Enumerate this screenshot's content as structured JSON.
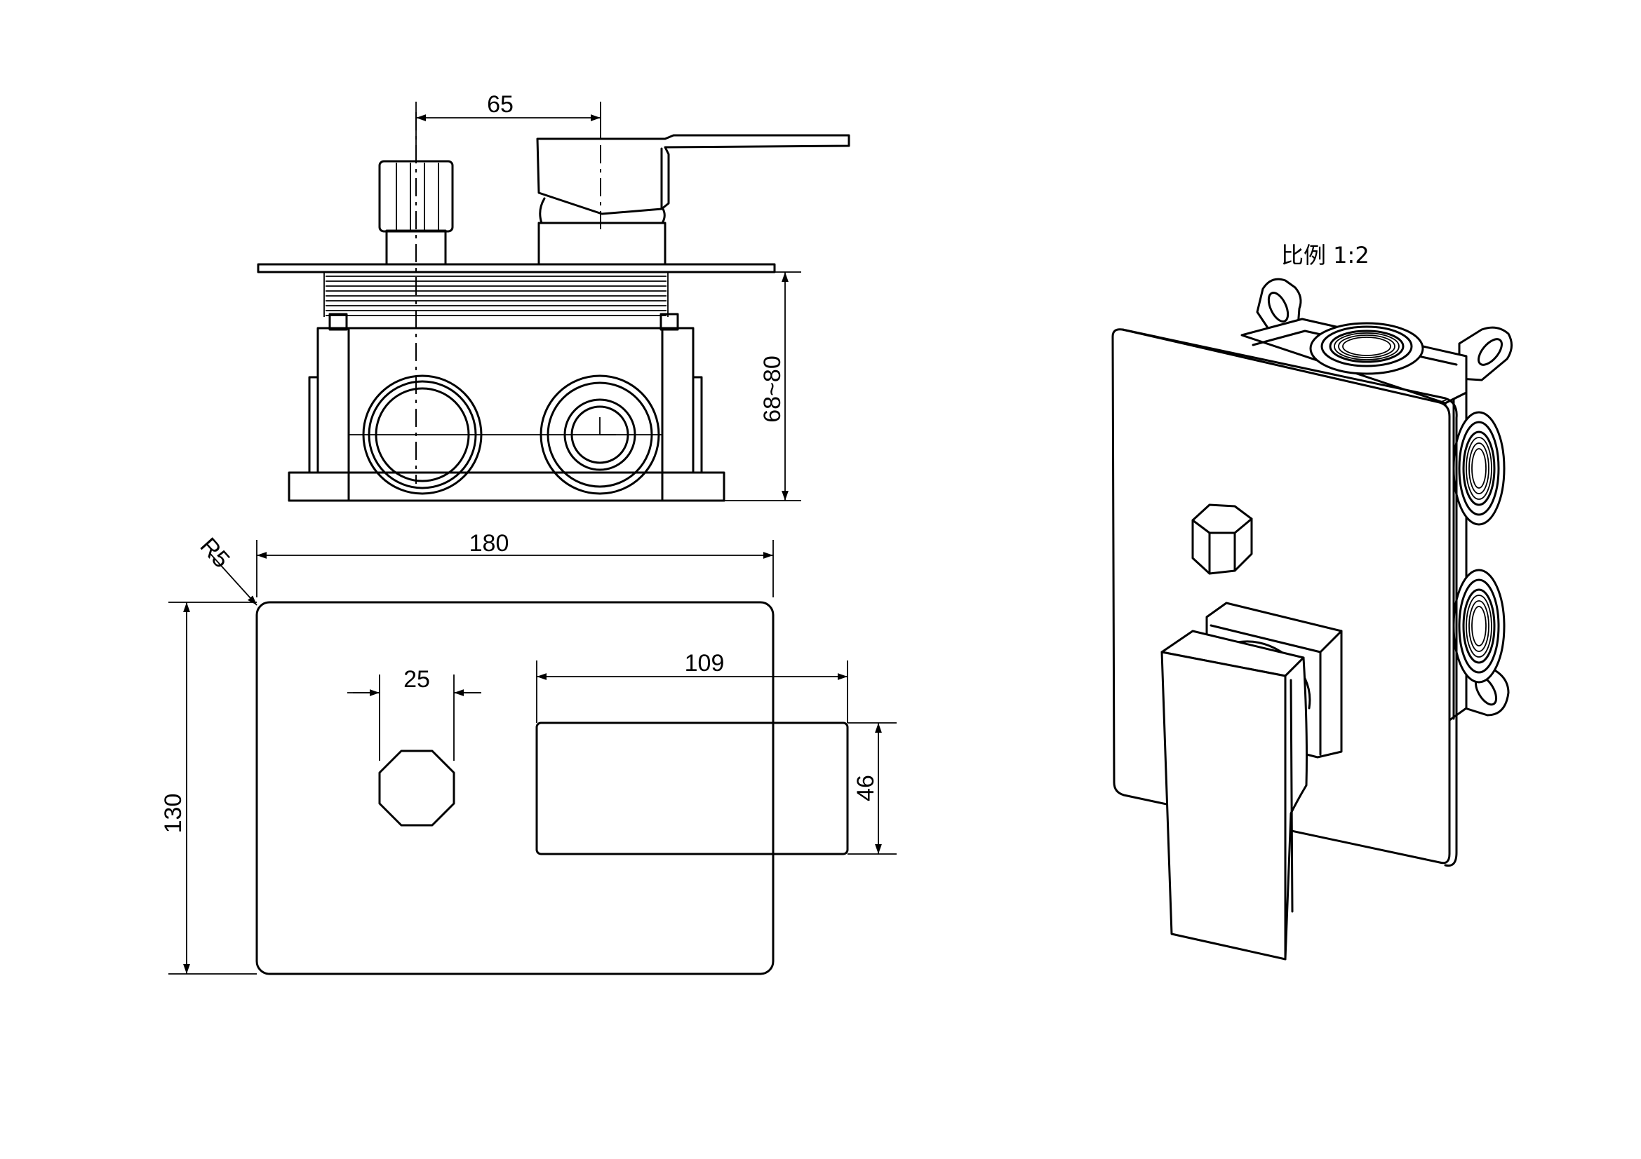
{
  "dimensions": {
    "handle_offset": "65",
    "install_depth": "68~80",
    "corner_radius": "R5",
    "plate_width": "180",
    "plate_height": "130",
    "knob_size": "25",
    "handle_length": "109",
    "handle_width": "46"
  },
  "scale_label": "比例 1:2"
}
